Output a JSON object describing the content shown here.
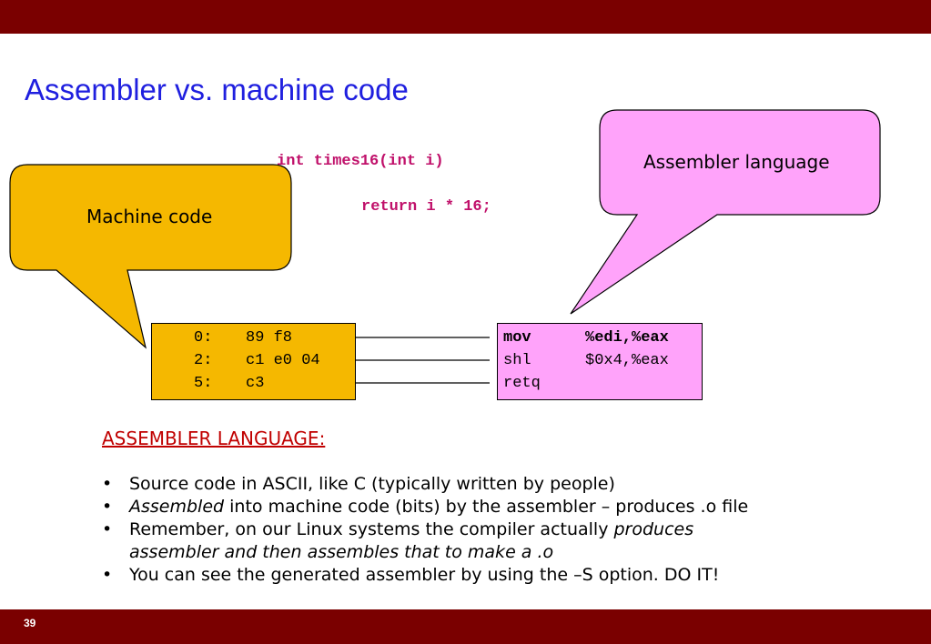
{
  "slide": {
    "title": "Assembler vs. machine code",
    "number": "39"
  },
  "code": {
    "line1": "int times16(int i)",
    "line2": "return i * 16;"
  },
  "callouts": {
    "machine": "Machine code",
    "assembler": "Assembler language"
  },
  "machine_code": {
    "rows": [
      {
        "addr": "0:",
        "bytes": "89 f8"
      },
      {
        "addr": "2:",
        "bytes": "c1 e0 04"
      },
      {
        "addr": "5:",
        "bytes": "c3"
      }
    ]
  },
  "assembly": {
    "rows": [
      {
        "op": "mov",
        "args": "%edi,%eax"
      },
      {
        "op": "shl",
        "args": "$0x4,%eax"
      },
      {
        "op": "retq",
        "args": ""
      }
    ]
  },
  "notes": {
    "heading": "ASSEMBLER LANGUAGE:",
    "bullet_char": "•",
    "b1": "Source code in ASCII, like C (typically written by people)",
    "b2_italic": "Assembled",
    "b2_rest": " into machine code (bits) by the assembler – produces .o file",
    "b3_plain": "Remember, on our Linux systems the compiler actually ",
    "b3_italic1": "produces",
    "b3_italic2": "assembler and then assembles that to make a .o",
    "b4": "You can see the generated assembler by using the –S option. DO IT!"
  },
  "colors": {
    "bar": "#7a0000",
    "title": "#1f1fdf",
    "code": "#c0106a",
    "machine_fill": "#f5b800",
    "assembler_fill": "#ffa3fa",
    "heading": "#c00000"
  }
}
